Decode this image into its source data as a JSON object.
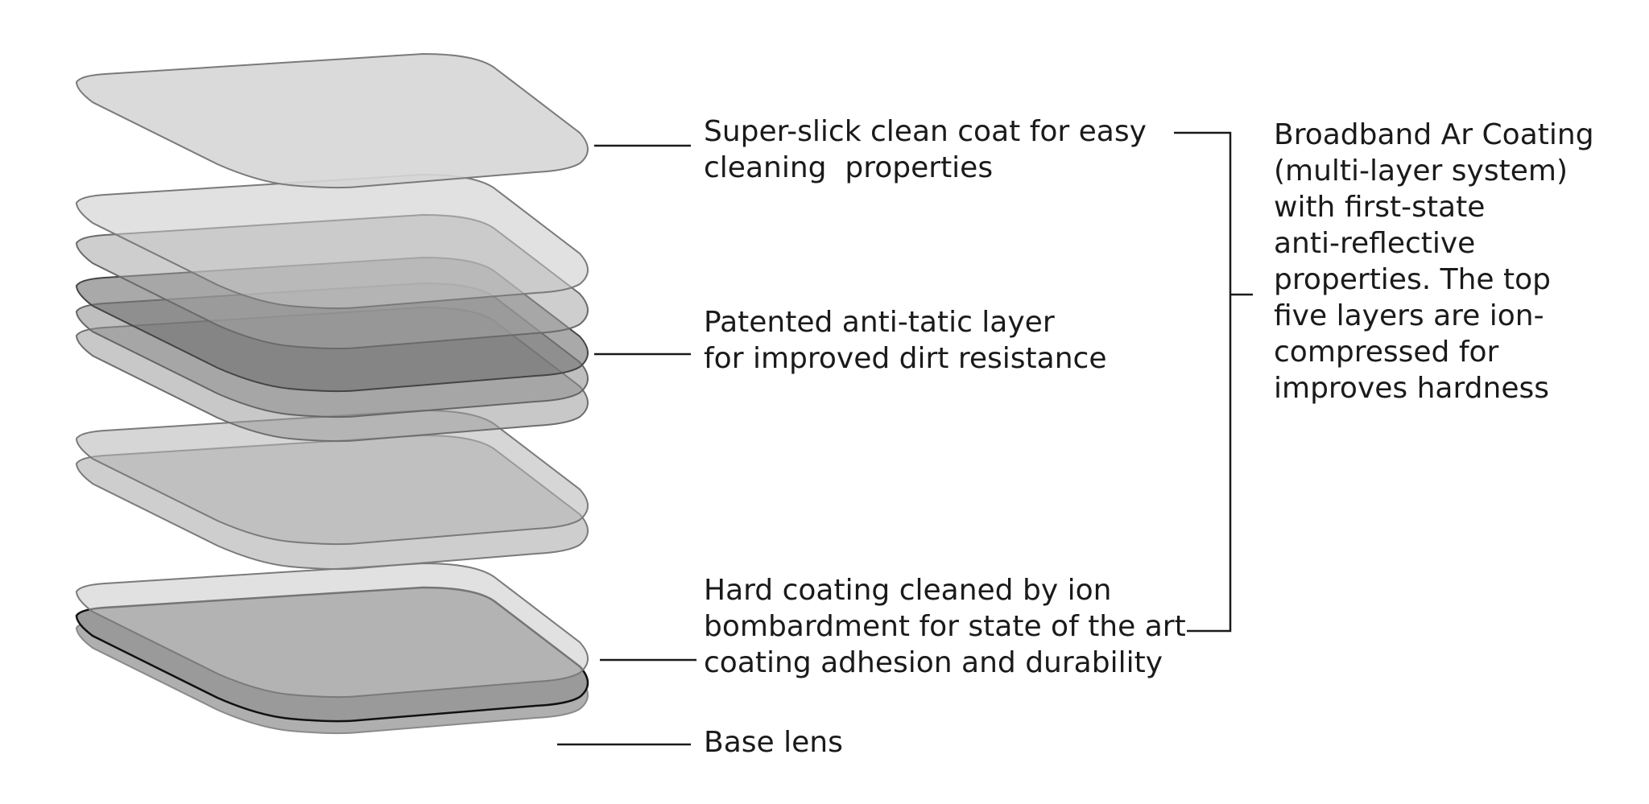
{
  "colors": {
    "background": "#ffffff",
    "text": "#1a1a1a",
    "line": "#1a1a1a",
    "layer_light": "#c8c8c8",
    "layer_mid": "#a6a6a6",
    "layer_dark": "#707070",
    "base_lens": "#9a9a9a"
  },
  "labels": {
    "clean_coat": [
      "Super-slick clean coat for easy",
      "cleaning  properties"
    ],
    "anti_static": [
      "Patented anti-tatic layer",
      "for improved dirt resistance"
    ],
    "hard_coating": [
      "Hard coating cleaned by ion",
      "bombardment for state of the art",
      "coating adhesion and durability"
    ],
    "base_lens": [
      "Base lens"
    ],
    "ar_coating": [
      "Broadband Ar Coating",
      "(multi-layer system)",
      "with first-state",
      "anti-reflective",
      "properties. The top",
      "five layers are ion-",
      "compressed for",
      "improves hardness"
    ]
  }
}
